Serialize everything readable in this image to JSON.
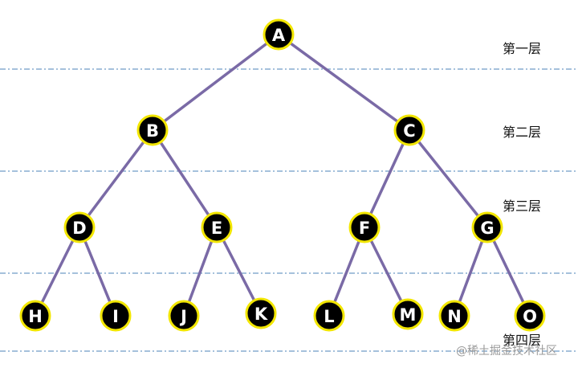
{
  "nodes": [
    {
      "id": "A",
      "label": "A"
    },
    {
      "id": "B",
      "label": "B"
    },
    {
      "id": "C",
      "label": "C"
    },
    {
      "id": "D",
      "label": "D"
    },
    {
      "id": "E",
      "label": "E"
    },
    {
      "id": "F",
      "label": "F"
    },
    {
      "id": "G",
      "label": "G"
    },
    {
      "id": "H",
      "label": "H"
    },
    {
      "id": "I",
      "label": "I"
    },
    {
      "id": "J",
      "label": "J"
    },
    {
      "id": "K",
      "label": "K"
    },
    {
      "id": "L",
      "label": "L"
    },
    {
      "id": "M",
      "label": "M"
    },
    {
      "id": "N",
      "label": "N"
    },
    {
      "id": "O",
      "label": "O"
    }
  ],
  "edges": [
    [
      "A",
      "B"
    ],
    [
      "A",
      "C"
    ],
    [
      "B",
      "D"
    ],
    [
      "B",
      "E"
    ],
    [
      "C",
      "F"
    ],
    [
      "C",
      "G"
    ],
    [
      "D",
      "H"
    ],
    [
      "D",
      "I"
    ],
    [
      "E",
      "J"
    ],
    [
      "E",
      "K"
    ],
    [
      "F",
      "L"
    ],
    [
      "F",
      "M"
    ],
    [
      "G",
      "N"
    ],
    [
      "G",
      "O"
    ]
  ],
  "levels": [
    "第一层",
    "第二层",
    "第三层",
    "第四层"
  ],
  "watermark": "@稀土掘金技术社区",
  "colors": {
    "node_fill": "#000000",
    "node_border": "#f2e600",
    "edge": "#7a6aa6",
    "divider": "#6f9cc8",
    "node_text": "#ffffff"
  }
}
